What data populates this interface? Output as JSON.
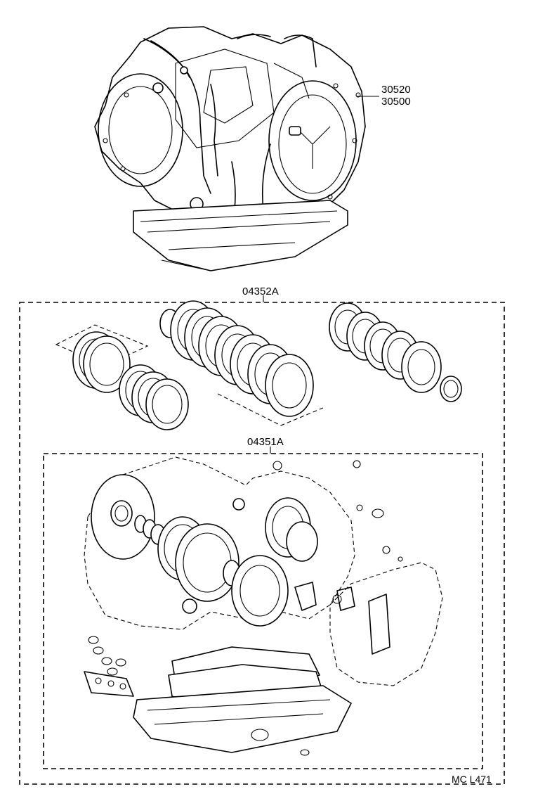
{
  "labels": {
    "part_30520": "30520",
    "part_30500": "30500",
    "kit_overhaul": "04352A",
    "kit_gasket": "04351A",
    "footer_code": "MC  L471"
  },
  "icons": {
    "transmission": "transmission-assembly-icon",
    "clutch_discs": "clutch-disc-icon",
    "gaskets": "gasket-icon",
    "oil_pan": "oil-pan-icon"
  },
  "colors": {
    "ink": "#000000",
    "paper": "#ffffff"
  }
}
